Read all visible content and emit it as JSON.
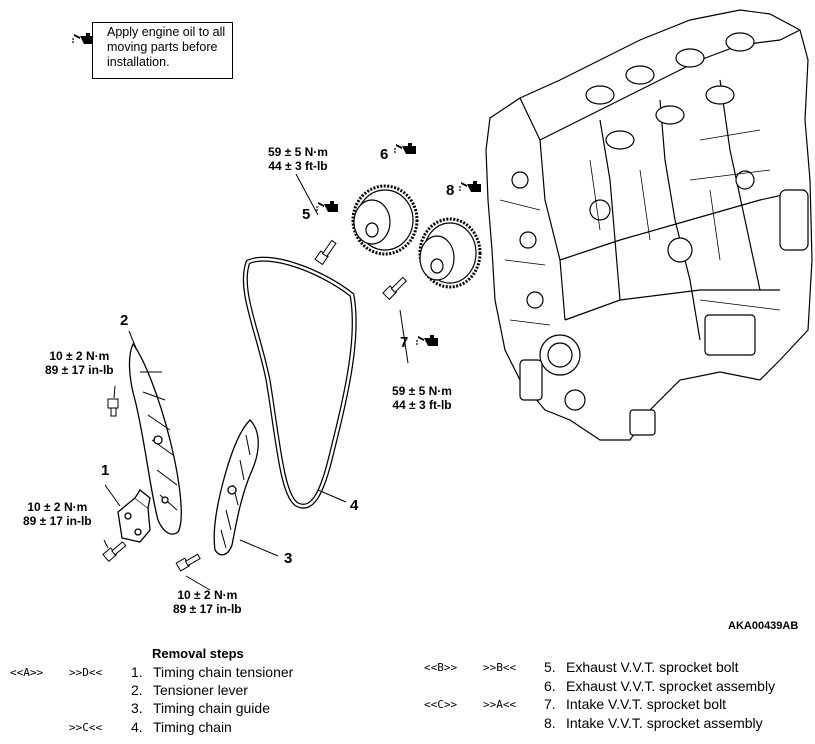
{
  "note": {
    "text": "Apply engine oil to all moving parts before installation.",
    "icon": "oil-can-icon"
  },
  "torques": {
    "t_chain_guide_upper": [
      "59 ± 5 N·m",
      "44 ± 3 ft-lb"
    ],
    "t_intake_bolt": [
      "59 ± 5 N·m",
      "44 ± 3 ft-lb"
    ],
    "t_lever": [
      "10 ± 2 N·m",
      "89 ± 17 in-lb"
    ],
    "t_tensioner": [
      "10 ± 2 N·m",
      "89 ± 17 in-lb"
    ],
    "t_guide": [
      "10 ± 2 N·m",
      "89 ± 17 in-lb"
    ]
  },
  "callouts": {
    "c1": "1",
    "c2": "2",
    "c3": "3",
    "c4": "4",
    "c5": "5",
    "c6": "6",
    "c7": "7",
    "c8": "8"
  },
  "figure_ref": "AKA00439AB",
  "removal": {
    "heading": "Removal steps",
    "left": [
      {
        "m1": "<<A>>",
        "m2": ">>D<<",
        "num": "1.",
        "label": "Timing chain tensioner"
      },
      {
        "m1": "",
        "m2": "",
        "num": "2.",
        "label": "Tensioner lever"
      },
      {
        "m1": "",
        "m2": "",
        "num": "3.",
        "label": "Timing chain guide"
      },
      {
        "m1": "",
        "m2": ">>C<<",
        "num": "4.",
        "label": "Timing chain"
      }
    ],
    "right": [
      {
        "m1": "<<B>>",
        "m2": ">>B<<",
        "num": "5.",
        "label": "Exhaust V.V.T. sprocket bolt"
      },
      {
        "m1": "",
        "m2": "",
        "num": "6.",
        "label": "Exhaust V.V.T. sprocket assembly"
      },
      {
        "m1": "<<C>>",
        "m2": ">>A<<",
        "num": "7.",
        "label": "Intake V.V.T. sprocket bolt"
      },
      {
        "m1": "",
        "m2": "",
        "num": "8.",
        "label": "Intake V.V.T. sprocket assembly"
      }
    ]
  }
}
